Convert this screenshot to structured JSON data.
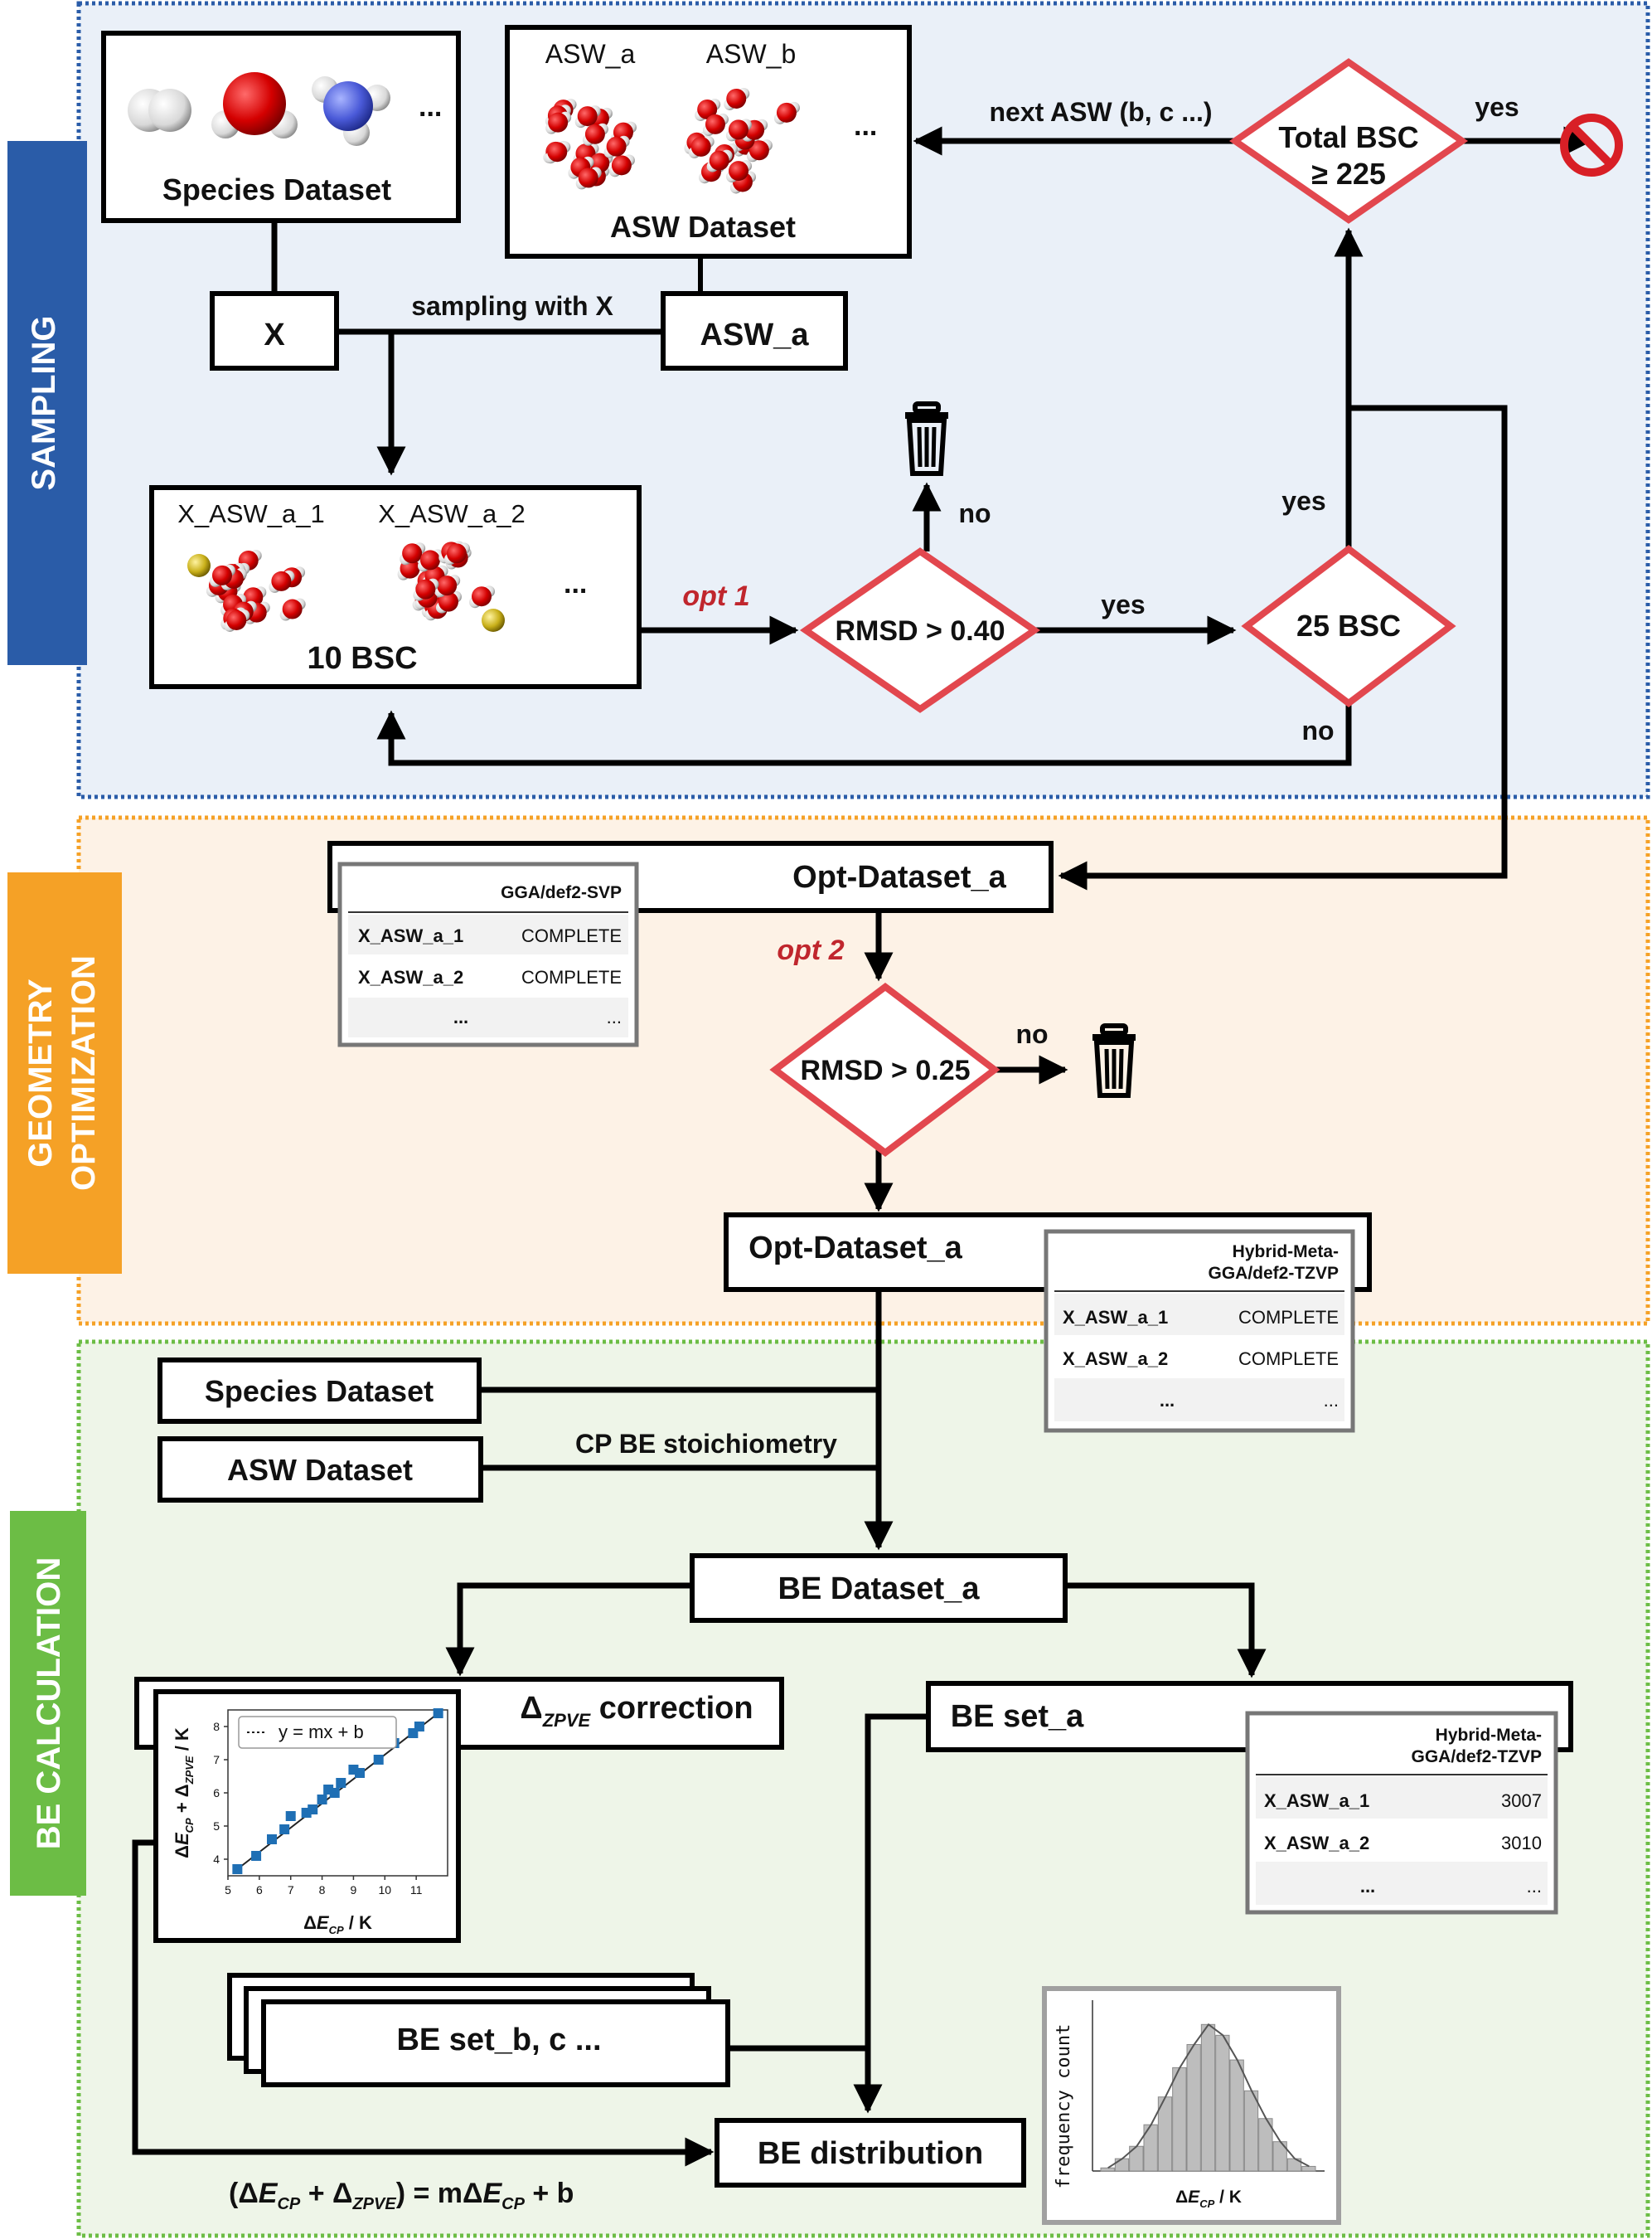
{
  "colors": {
    "sampling": "#2a5ca8",
    "sampling_bg": "#eaf0f8",
    "geometry": "#f5a126",
    "geometry_bg": "#fdf2e6",
    "be": "#6cbd45",
    "be_bg": "#eef5e8",
    "diamond": "#e2474e",
    "opt_label": "#c0262d"
  },
  "stages": {
    "sampling": "SAMPLING",
    "geometry_line1": "GEOMETRY",
    "geometry_line2": "OPTIMIZATION",
    "be": "BE CALCULATION"
  },
  "sampling": {
    "species_dataset": "Species Dataset",
    "species_ellipsis": "...",
    "asw_dataset": "ASW Dataset",
    "asw_a_label": "ASW_a",
    "asw_b_label": "ASW_b",
    "asw_ellipsis": "...",
    "x_box": "X",
    "asw_a_box": "ASW_a",
    "sampling_with": "sampling with X",
    "bsc_label_1": "X_ASW_a_1",
    "bsc_label_2": "X_ASW_a_2",
    "bsc_ellipsis": "...",
    "ten_bsc": "10 BSC",
    "opt1": "opt 1",
    "rmsd1": "RMSD > 0.40",
    "yes_rmsd1": "yes",
    "no_rmsd1": "no",
    "bsc25": "25 BSC",
    "yes_25": "yes",
    "no_25": "no",
    "total_bsc_line1": "Total BSC",
    "total_bsc_line2": "≥ 225",
    "yes_total": "yes",
    "next_asw": "next ASW (b, c ...)"
  },
  "geometry": {
    "opt_dataset_1": "Opt-Dataset_a",
    "table1": {
      "header": "GGA/def2-SVP",
      "rows": [
        {
          "name": "X_ASW_a_1",
          "value": "COMPLETE"
        },
        {
          "name": "X_ASW_a_2",
          "value": "COMPLETE"
        },
        {
          "name": "...",
          "value": "..."
        }
      ]
    },
    "opt2": "opt 2",
    "rmsd2": "RMSD > 0.25",
    "no_rmsd2": "no",
    "opt_dataset_2": "Opt-Dataset_a",
    "table2": {
      "header_line1": "Hybrid-Meta-",
      "header_line2": "GGA/def2-TZVP",
      "rows": [
        {
          "name": "X_ASW_a_1",
          "value": "COMPLETE"
        },
        {
          "name": "X_ASW_a_2",
          "value": "COMPLETE"
        },
        {
          "name": "...",
          "value": "..."
        }
      ]
    }
  },
  "be": {
    "species_dataset": "Species Dataset",
    "asw_dataset": "ASW Dataset",
    "cp_stoich": "CP BE stoichiometry",
    "be_dataset": "BE Dataset_a",
    "zpve_delta": "Δ",
    "zpve_sub": "ZPVE",
    "zpve_rest": " correction",
    "be_set_a": "BE set_a",
    "table3": {
      "header_line1": "Hybrid-Meta-",
      "header_line2": "GGA/def2-TZVP",
      "rows": [
        {
          "name": "X_ASW_a_1",
          "value": "3007"
        },
        {
          "name": "X_ASW_a_2",
          "value": "3010"
        },
        {
          "name": "...",
          "value": "..."
        }
      ]
    },
    "be_set_bc": "BE set_b, c ...",
    "be_distribution": "BE distribution",
    "formula": "(ΔECP + ΔZPVE) = mΔECP + b"
  },
  "chart_data": [
    {
      "type": "scatter",
      "legend": "y = mx + b",
      "xlabel": "ΔE_CP / K",
      "ylabel": "ΔE_CP + Δ_ZPVE / K",
      "xlim": [
        5,
        12
      ],
      "ylim": [
        3.5,
        8.5
      ],
      "xticks": [
        "5",
        "6",
        "7",
        "8",
        "9",
        "10",
        "11"
      ],
      "yticks": [
        "4",
        "5",
        "6",
        "7",
        "8"
      ],
      "x": [
        5.3,
        5.9,
        6.4,
        6.8,
        7.0,
        7.5,
        7.7,
        8.0,
        8.2,
        8.4,
        8.6,
        9.0,
        9.2,
        9.8,
        10.3,
        10.9,
        11.1,
        11.7
      ],
      "y": [
        3.7,
        4.1,
        4.6,
        4.9,
        5.3,
        5.4,
        5.5,
        5.8,
        6.1,
        6.0,
        6.3,
        6.7,
        6.6,
        7.0,
        7.5,
        7.8,
        8.0,
        8.4
      ],
      "fit_line": [
        [
          5.3,
          3.7
        ],
        [
          11.7,
          8.4
        ]
      ]
    },
    {
      "type": "bar",
      "xlabel": "ΔE_CP / K",
      "ylabel": "frequency count",
      "values": [
        0.02,
        0.08,
        0.16,
        0.3,
        0.48,
        0.67,
        0.82,
        0.95,
        0.88,
        0.72,
        0.52,
        0.34,
        0.19,
        0.08,
        0.03
      ]
    }
  ]
}
